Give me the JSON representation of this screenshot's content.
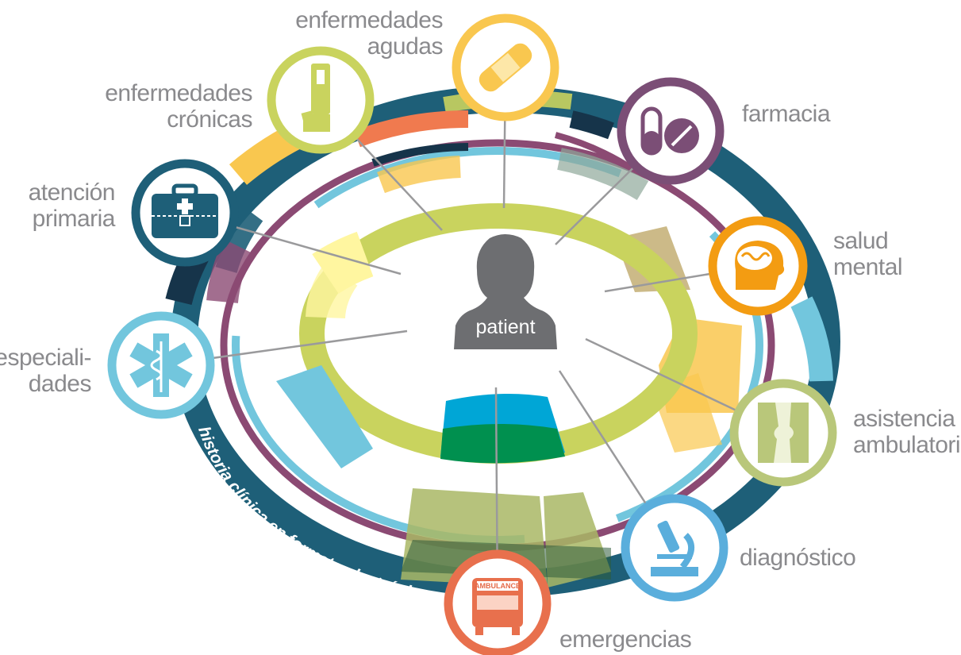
{
  "center": {
    "label": "patient"
  },
  "ring_label": "historia clínica en formato electrónico",
  "nodes": [
    {
      "id": "enfermedades-agudas",
      "lines": [
        "enfermedades",
        "agudas"
      ],
      "color": "#f9c74f",
      "icon": "bandage-icon"
    },
    {
      "id": "farmacia",
      "lines": [
        "farmacia"
      ],
      "color": "#7b4e76",
      "icon": "pills-icon"
    },
    {
      "id": "salud-mental",
      "lines": [
        "salud",
        "mental"
      ],
      "color": "#f39c12",
      "icon": "brain-icon"
    },
    {
      "id": "asistencia-ambulatoria",
      "lines": [
        "asistencia",
        "ambulatoria"
      ],
      "color": "#b9c77a",
      "icon": "knee-joint-icon"
    },
    {
      "id": "diagnostico",
      "lines": [
        "diagnóstico"
      ],
      "color": "#5aaedc",
      "icon": "microscope-icon"
    },
    {
      "id": "emergencias",
      "lines": [
        "emergencias"
      ],
      "color": "#e8704d",
      "icon": "ambulance-icon"
    },
    {
      "id": "especialidades",
      "lines": [
        "especiali-",
        "dades"
      ],
      "color": "#72c6dd",
      "icon": "star-of-life-icon"
    },
    {
      "id": "atencion-primaria",
      "lines": [
        "atención",
        "primaria"
      ],
      "color": "#1e5f78",
      "icon": "medical-bag-icon"
    },
    {
      "id": "enfermedades-cronicas",
      "lines": [
        "enfermedades",
        "crónicas"
      ],
      "color": "#c9d35e",
      "icon": "inhaler-icon"
    }
  ],
  "ambulance_text": "AMBULANCE",
  "colors": {
    "ring_dark": "#1e5f78",
    "ring_purple": "#8b4a73",
    "ring_yellowgreen": "#c9d35e",
    "text_gray": "#8a8a8d",
    "patient_gray": "#6d6e71"
  }
}
